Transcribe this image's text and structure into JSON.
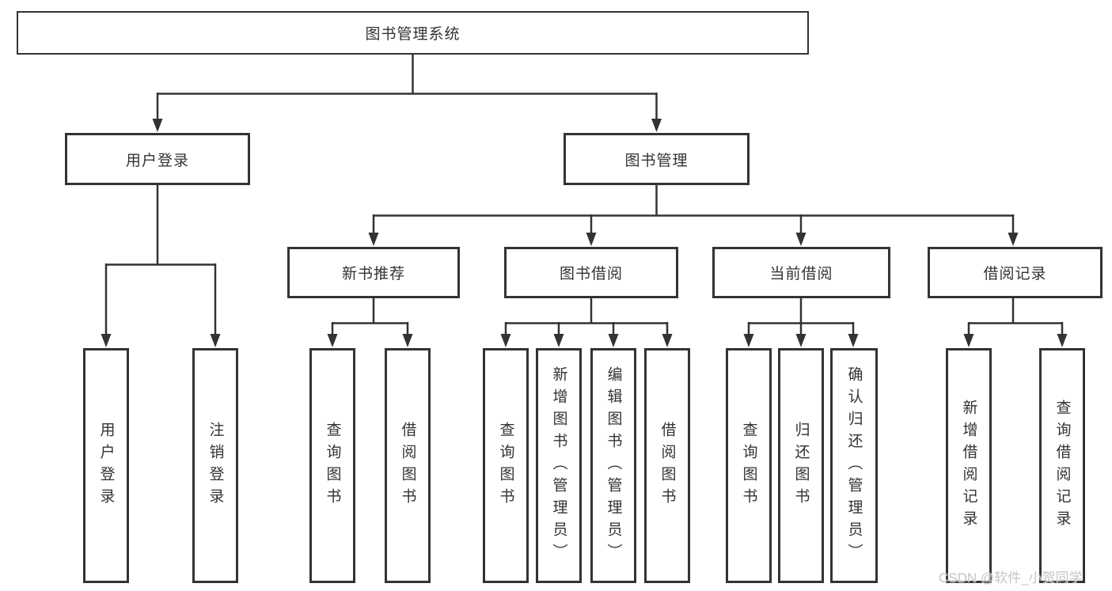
{
  "diagram": {
    "background": "#ffffff",
    "line_color": "#333333",
    "text_color": "#333333",
    "tree": {
      "root": "图书管理系统",
      "children": [
        {
          "label": "用户登录",
          "children": [
            "用户登录",
            "注销登录"
          ]
        },
        {
          "label": "图书管理",
          "children": [
            {
              "label": "新书推荐",
              "children": [
                "查询图书",
                "借阅图书"
              ]
            },
            {
              "label": "图书借阅",
              "children": [
                "查询图书",
                "新增图书（管理员）",
                "编辑图书（管理员）",
                "借阅图书"
              ]
            },
            {
              "label": "当前借阅",
              "children": [
                "查询图书",
                "归还图书",
                "确认归还（管理员）"
              ]
            },
            {
              "label": "借阅记录",
              "children": [
                "新增借阅记录",
                "查询借阅记录"
              ]
            }
          ]
        }
      ]
    },
    "watermark": {
      "text": "CSDN @软件_小贺同学",
      "color": "#c5c5c5"
    }
  }
}
